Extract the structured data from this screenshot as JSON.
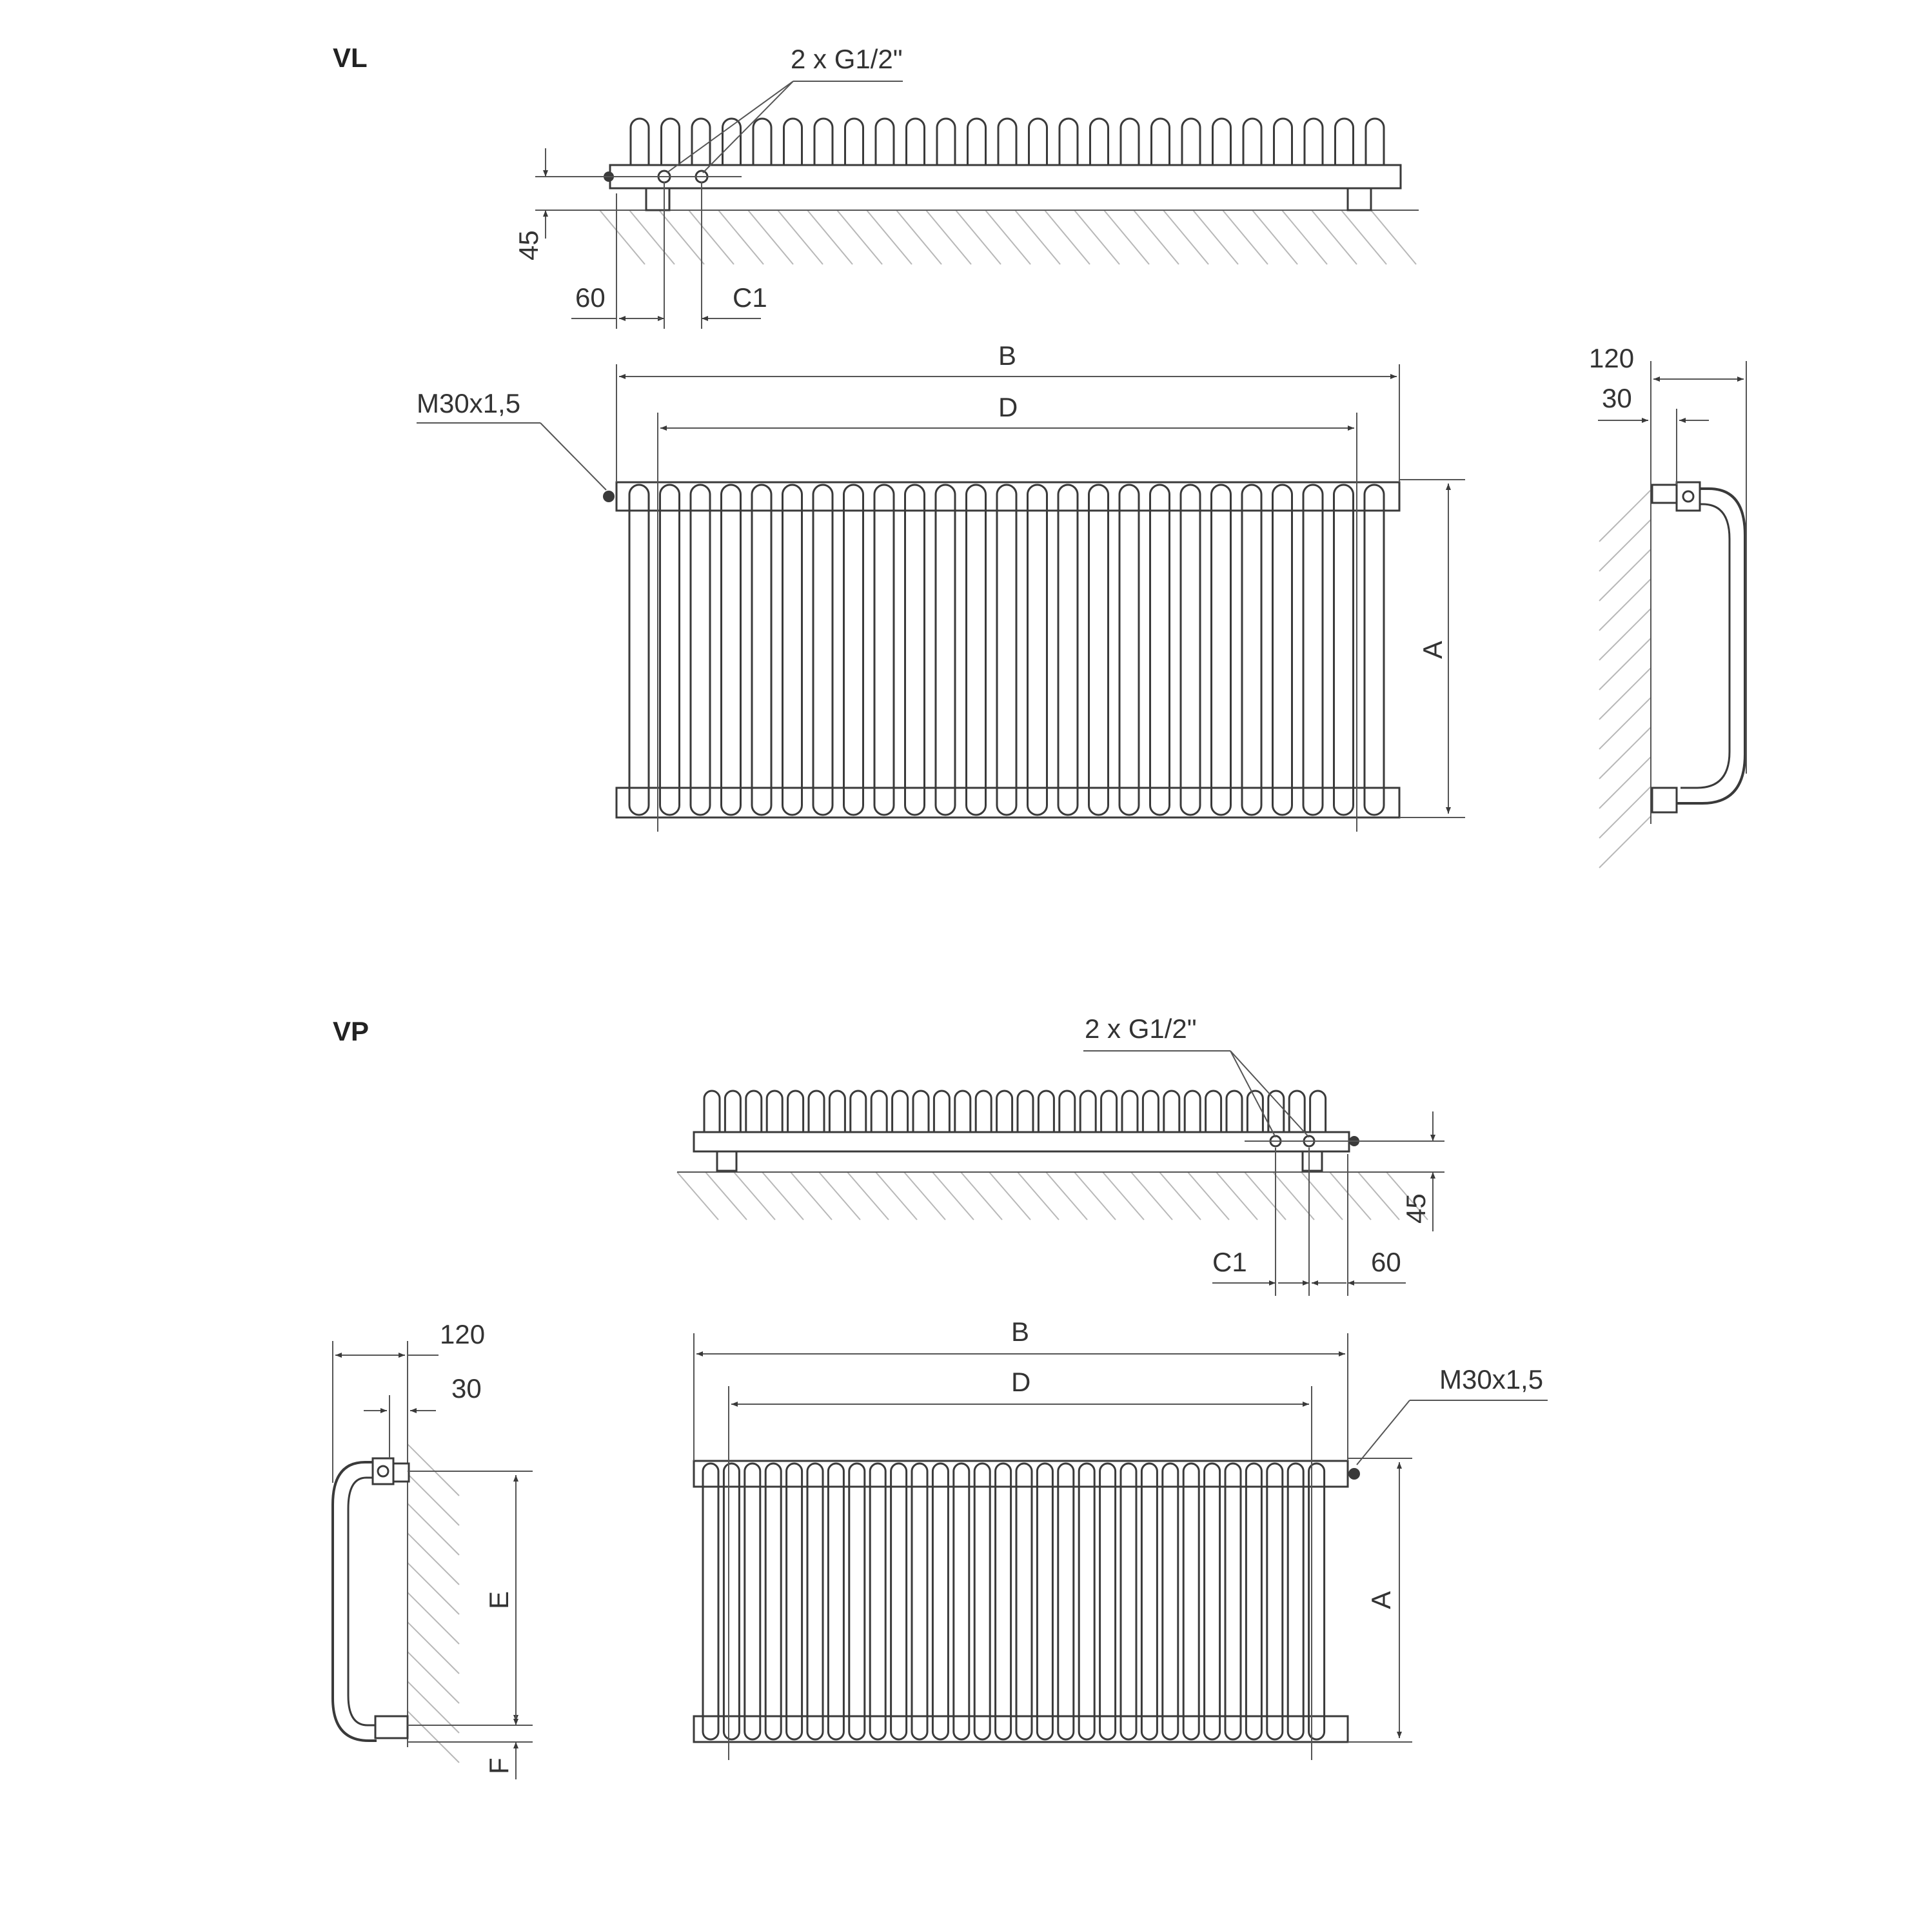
{
  "variants": {
    "vl": {
      "code": "VL"
    },
    "vp": {
      "code": "VP"
    }
  },
  "labels": {
    "connections": "2 x G1/2\"",
    "height_offset": "45",
    "side_offset": "60",
    "connection_spacing": "C1",
    "overall_width": "B",
    "mount_width": "D",
    "vent_thread": "M30x1,5",
    "height": "A",
    "depth": "120",
    "wall_gap": "30",
    "bracket_height": "E",
    "bracket_offset": "F"
  },
  "colors": {
    "line": "#3a3a3a",
    "hatch": "#b8b8b8",
    "background": "#ffffff"
  }
}
